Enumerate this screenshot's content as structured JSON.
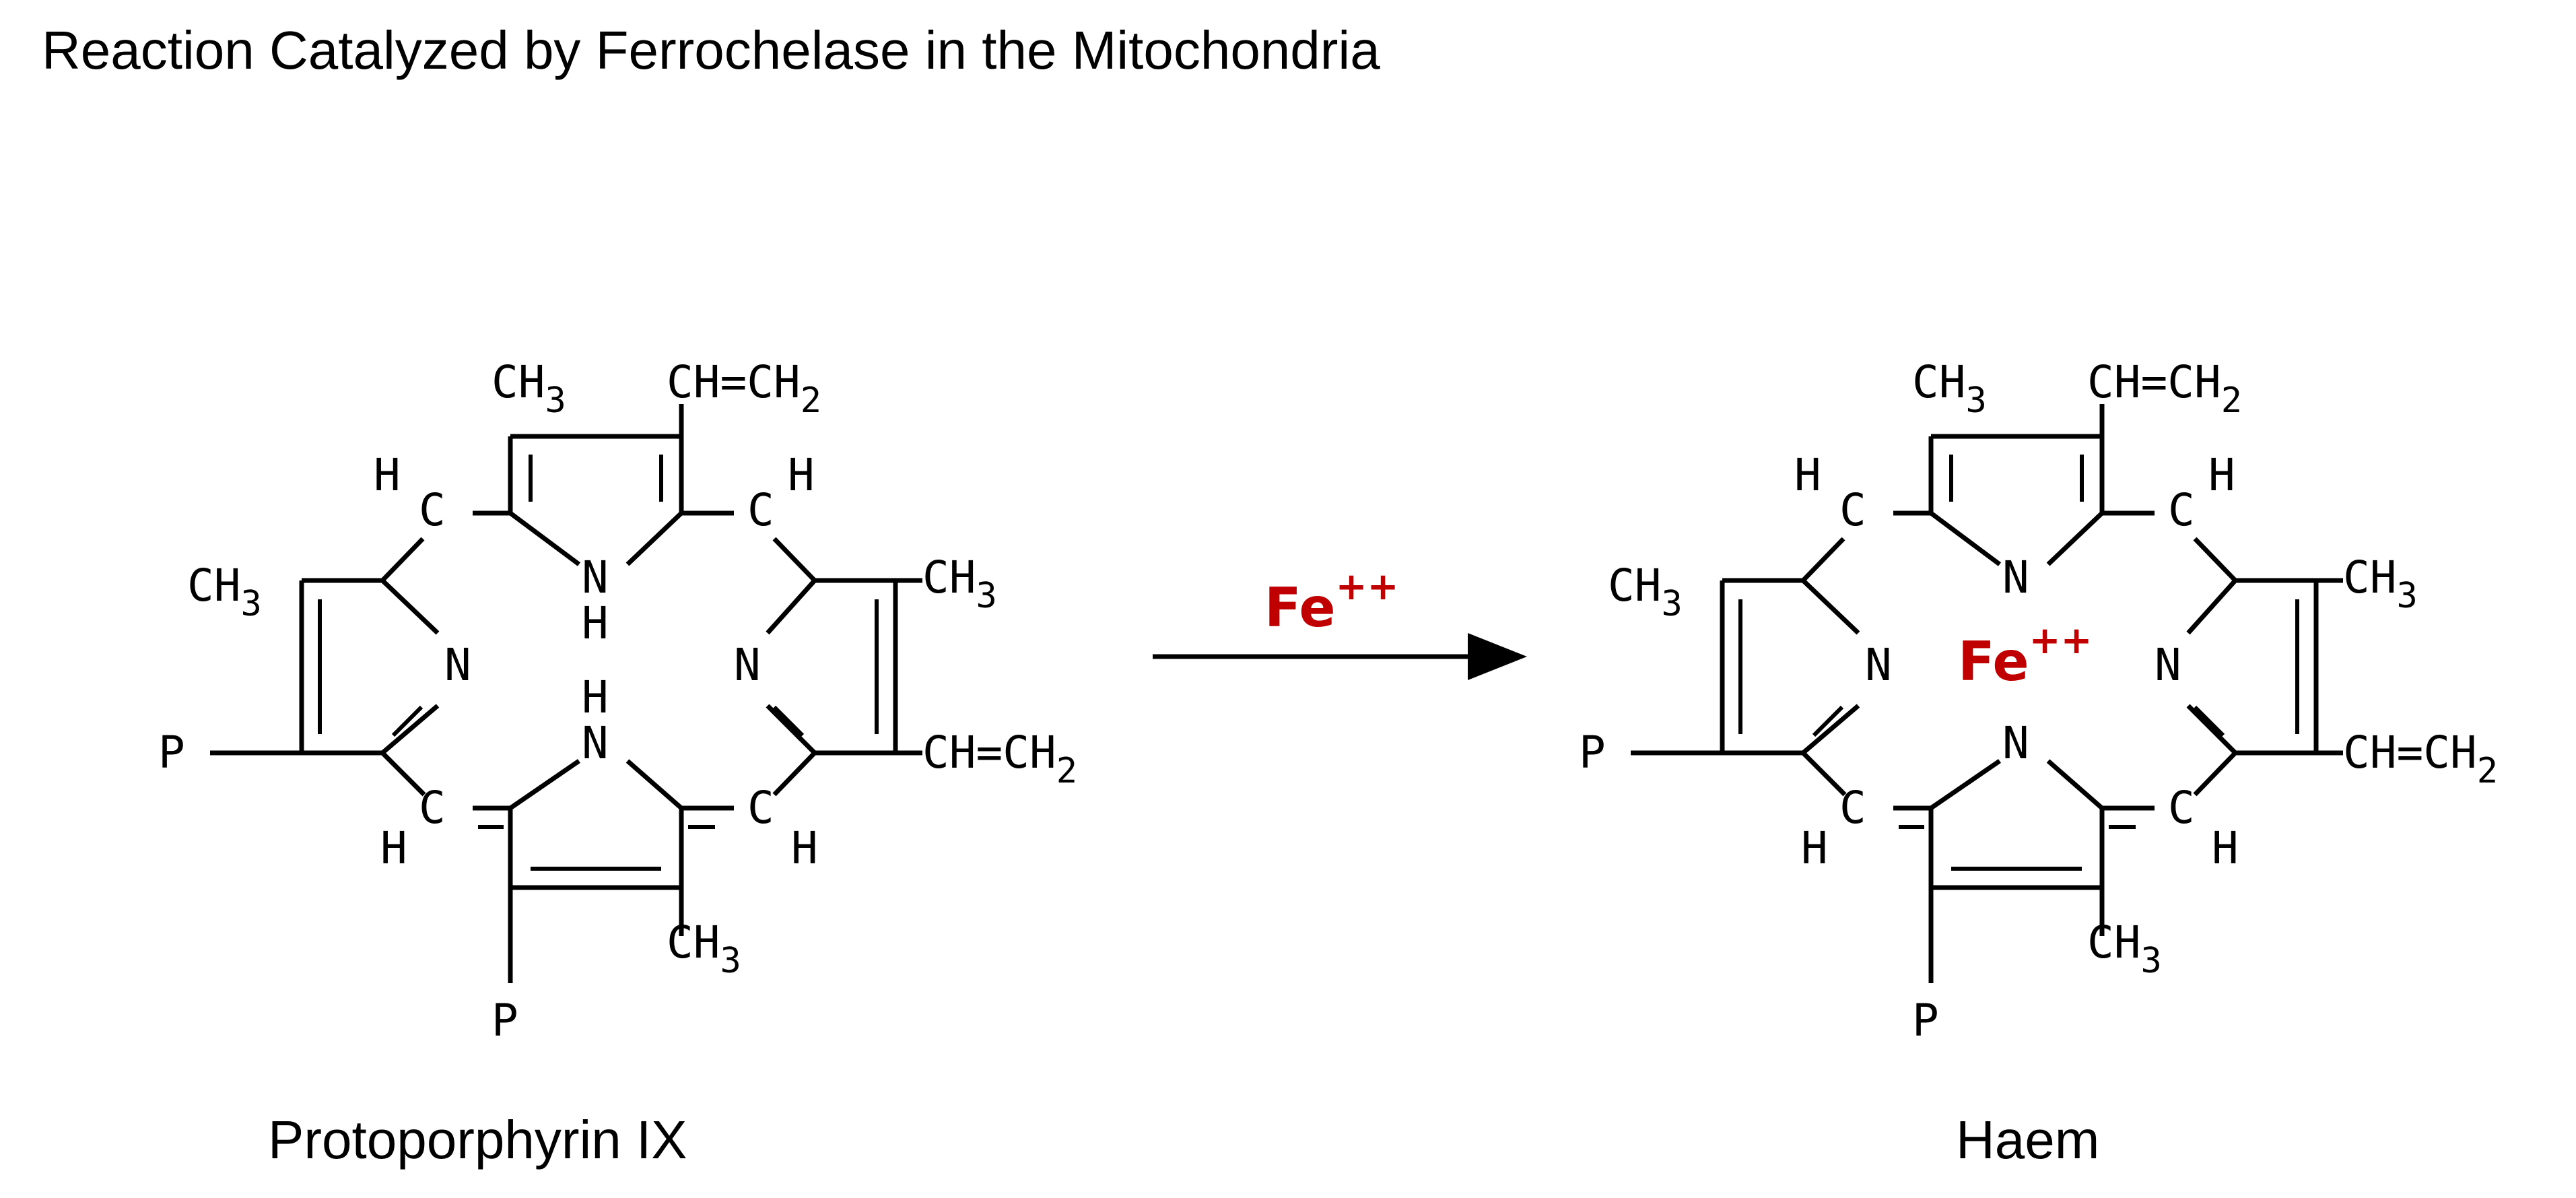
{
  "title": "Reaction Catalyzed by Ferrochelase in the Mitochondria",
  "colors": {
    "text": "#000000",
    "iron": "#c00000",
    "background": "#ffffff"
  },
  "reagent": {
    "symbol": "Fe",
    "charge": "++"
  },
  "atoms": {
    "ch": "CH",
    "n": "N",
    "h": "H",
    "c": "C",
    "p": "P",
    "vinyl": "CH=CH",
    "sub3": "3",
    "sub2": "2"
  },
  "reactant": {
    "name": "Protoporphyrin IX"
  },
  "product": {
    "name": "Haem",
    "metal_symbol": "Fe",
    "metal_charge": "++"
  }
}
